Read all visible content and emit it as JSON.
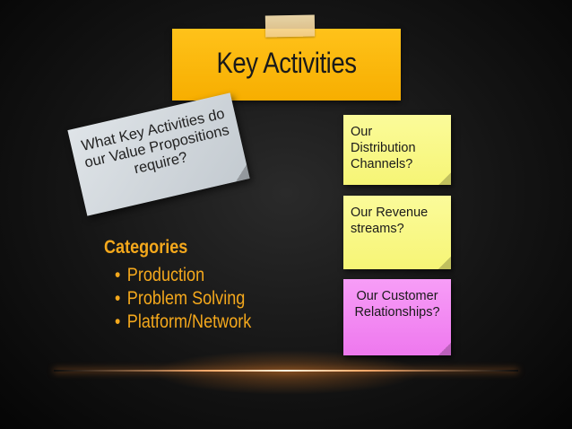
{
  "slide": {
    "title": "Key Activities",
    "question": {
      "line1": "What Key Activities do",
      "line2": "our Value Propositions",
      "line3": "require?"
    },
    "categories": {
      "heading": "Categories",
      "items": [
        "Production",
        "Problem Solving",
        "Platform/Network"
      ]
    },
    "notes": {
      "distribution": {
        "line1": "Our",
        "line2": "Distribution",
        "line3": "Channels?"
      },
      "revenue": {
        "line1": "Our Revenue",
        "line2": "streams?"
      },
      "customer": {
        "line1": "Our Customer",
        "line2": "Relationships?"
      }
    }
  },
  "colors": {
    "title_note": "#f7ae00",
    "accent_text": "#f4a81c",
    "yellow_note": "#f6f576",
    "pink_note": "#ee78ee",
    "grey_note": "#c3cad0"
  }
}
